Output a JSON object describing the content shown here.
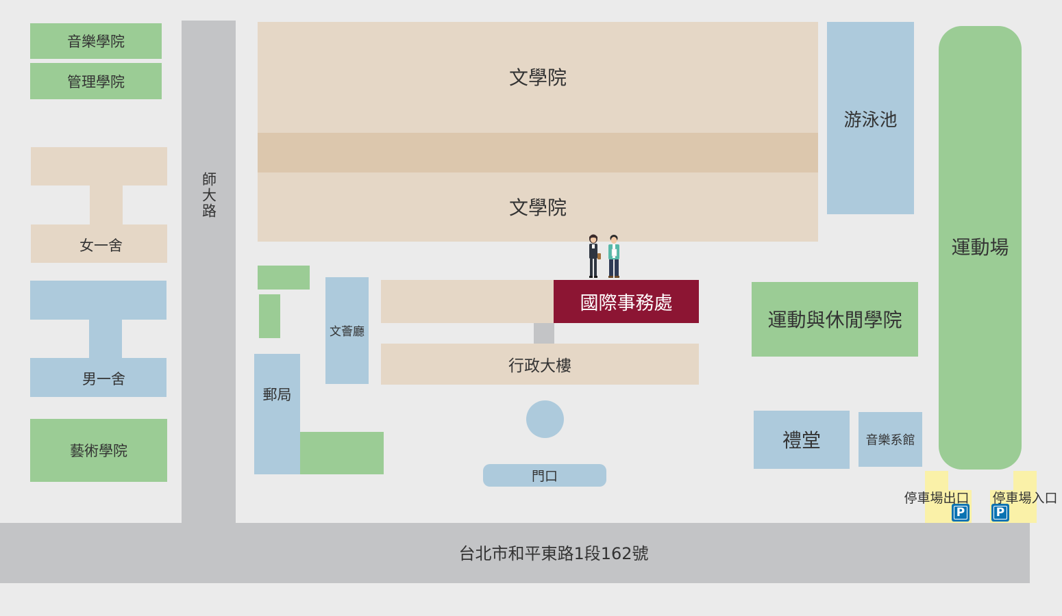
{
  "map": {
    "buildings": {
      "music_college": "音樂學院",
      "management_college": "管理學院",
      "women_dorm": "女一舍",
      "men_dorm": "男一舍",
      "arts_college": "藝術學院",
      "liberal_arts_north": "文學院",
      "liberal_arts_south": "文學院",
      "swimming_pool": "游泳池",
      "sports_field": "運動場",
      "wenhui_hall": "文薈廳",
      "post_office": "郵局",
      "international_affairs": "國際事務處",
      "admin_building": "行政大樓",
      "sports_leisure_college": "運動與休閒學院",
      "auditorium": "禮堂",
      "music_dept_building": "音樂系館",
      "main_gate": "門口"
    },
    "roads": {
      "shida_road": "師大路",
      "heping_road": "台北市和平東路1段162號"
    },
    "parking": {
      "exit_label": "停車場出口",
      "entrance_label": "停車場入口",
      "sign": "P"
    },
    "colors": {
      "highlight": "#8c1533",
      "building_tan": "#e5d7c6",
      "building_blue": "#adcadc",
      "building_green": "#9bcc95",
      "road": "#c3c4c6",
      "parking_sign": "#0a73b2"
    }
  }
}
